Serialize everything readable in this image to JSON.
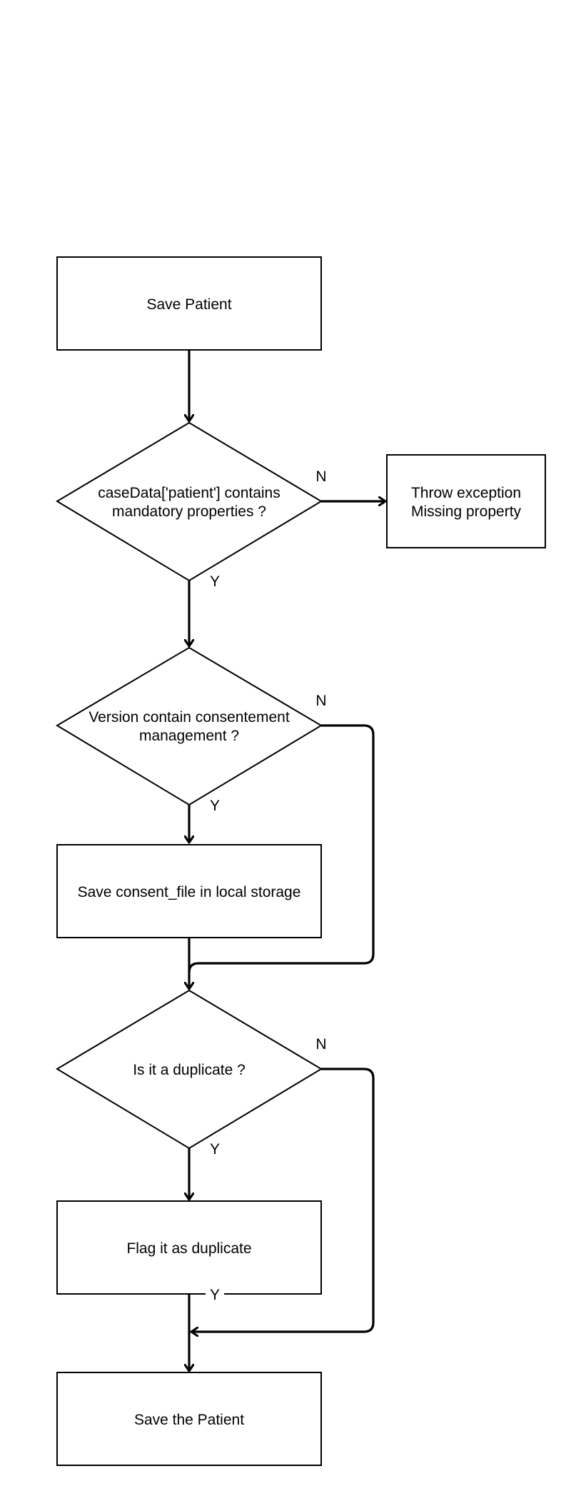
{
  "nodes": {
    "start": {
      "lines": [
        "Save Patient"
      ]
    },
    "check_mandatory": {
      "lines": [
        "caseData['patient'] contains",
        "mandatory properties ?"
      ]
    },
    "throw_exception": {
      "lines": [
        "Throw exception",
        "Missing property"
      ]
    },
    "check_consent": {
      "lines": [
        "Version contain consentement",
        "management ?"
      ]
    },
    "save_consent": {
      "lines": [
        "Save consent_file in local storage"
      ]
    },
    "check_duplicate": {
      "lines": [
        "Is it a duplicate ?"
      ]
    },
    "flag_duplicate": {
      "lines": [
        "Flag it as duplicate"
      ]
    },
    "save_patient": {
      "lines": [
        "Save the Patient"
      ]
    }
  },
  "edge_labels": {
    "mandatory_no": "N",
    "mandatory_yes": "Y",
    "consent_no": "N",
    "consent_yes": "Y",
    "duplicate_no": "N",
    "duplicate_yes": "Y",
    "flag_yes": "Y"
  },
  "colors": {
    "stroke": "#000000",
    "fill": "#ffffff",
    "background": "#ffffff"
  }
}
